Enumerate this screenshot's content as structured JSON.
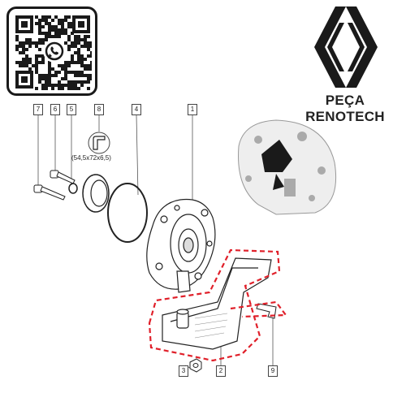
{
  "brand": {
    "name": "PEÇA RENOTECH",
    "logo_icon": "renault-diamond-icon",
    "qr_icon": "qr-code-icon",
    "whatsapp_icon": "whatsapp-icon"
  },
  "diagram": {
    "callouts": [
      "7",
      "6",
      "5",
      "8",
      "4",
      "1",
      "3",
      "2",
      "9"
    ],
    "dimension_label": "(54,5x72x6,5)",
    "highlight_color": "#e0202a"
  }
}
